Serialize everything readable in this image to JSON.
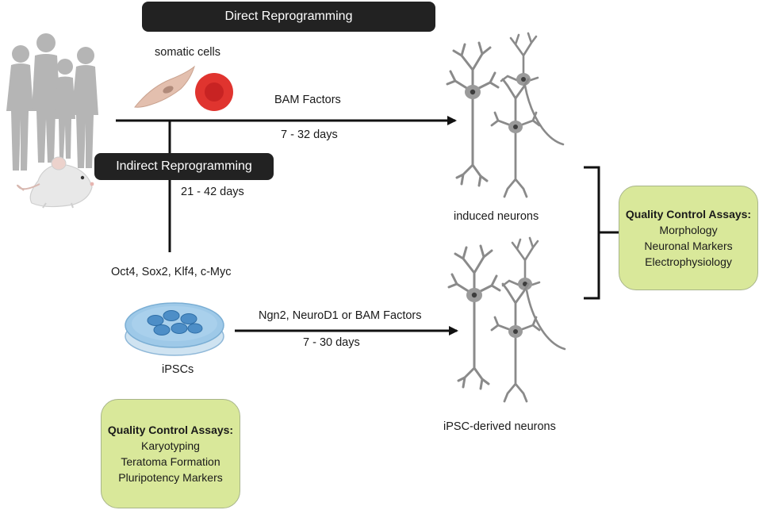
{
  "banners": {
    "direct": "Direct Reprogramming",
    "indirect": "Indirect Reprogramming"
  },
  "labels": {
    "somatic_cells": "somatic cells",
    "bam_factors": "BAM Factors",
    "direct_days": "7 - 32 days",
    "indirect_days": "21 - 42 days",
    "yamanaka_factors": "Oct4, Sox2, Klf4, c-Myc",
    "ipscs": "iPSCs",
    "diff_factors": "Ngn2, NeuroD1 or BAM Factors",
    "diff_days": "7 - 30 days",
    "induced_neurons": "induced neurons",
    "ipsc_neurons": "iPSC-derived neurons"
  },
  "qc_neurons": {
    "title": "Quality Control Assays:",
    "items": [
      "Morphology",
      "Neuronal Markers",
      "Electrophysiology"
    ]
  },
  "qc_ipsc": {
    "title": "Quality Control Assays:",
    "items": [
      "Karyotyping",
      "Teratoma Formation",
      "Pluripotency Markers"
    ]
  },
  "colors": {
    "banner_bg": "#222222",
    "qc_fill": "#d9e89a",
    "silhouette": "#b5b5b5",
    "fibroblast": "#e3bfae",
    "blood_cell": "#e0342f",
    "dish": "#9ec9e8",
    "ipsc_cell": "#4d8ec7",
    "neuron": "#8a8a8a"
  },
  "icons": [
    "human-silhouettes-icon",
    "mouse-icon",
    "fibroblast-cell-icon",
    "blood-cell-icon",
    "petri-dish-icon",
    "neuron-icon"
  ]
}
